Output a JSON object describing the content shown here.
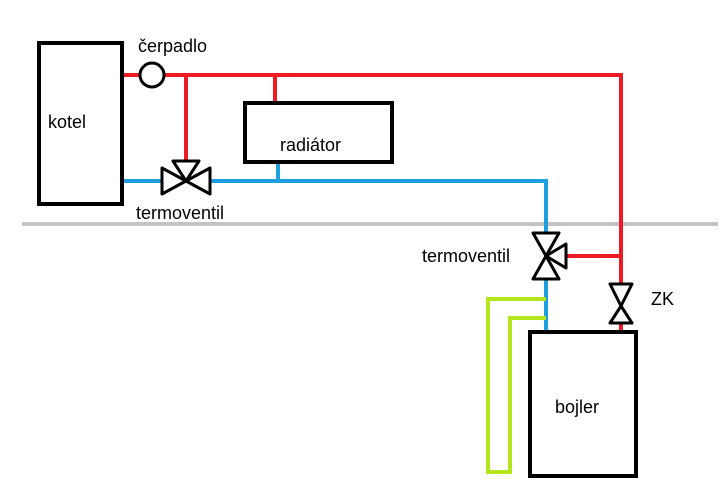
{
  "labels": {
    "kotel": "kotel",
    "cerpadlo": "čerpadlo",
    "radiator": "radiátor",
    "termoventil_top": "termoventil",
    "termoventil_right": "termoventil",
    "zk": "ZK",
    "bojler": "bojler"
  },
  "colors": {
    "hot_pipe": "#ed1c24",
    "cold_pipe": "#1ea0e0",
    "green_pipe": "#b5e61d",
    "outline": "#000000",
    "floor_line": "#c3c3c3"
  }
}
